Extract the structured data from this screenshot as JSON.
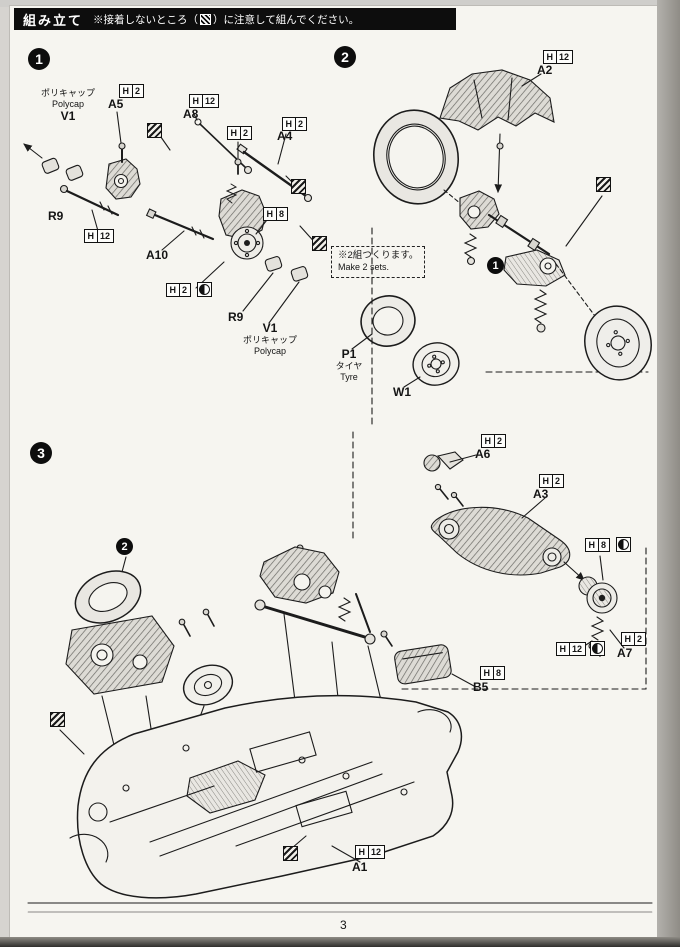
{
  "header": {
    "title": "組み立て",
    "note_before": "※接着しないところ（",
    "note_after": "）に注意して組んでください。"
  },
  "steps": {
    "one": "1",
    "two": "2",
    "three": "3"
  },
  "refs": {
    "one": "1",
    "two": "2"
  },
  "hw": {
    "letter": "H",
    "n2": "2",
    "n8": "8",
    "n12": "12"
  },
  "parts": {
    "a1": "A1",
    "a2": "A2",
    "a3": "A3",
    "a4": "A4",
    "a5": "A5",
    "a6": "A6",
    "a7": "A7",
    "a8": "A8",
    "a10": "A10",
    "b5": "B5",
    "p1": "P1",
    "r9": "R9",
    "v1": "V1",
    "w1": "W1"
  },
  "labels": {
    "polycap_jp": "ポリキャップ",
    "polycap_en": "Polycap",
    "tyre_jp": "タイヤ",
    "tyre_en": "Tyre"
  },
  "note": {
    "jp": "※2組つくります。",
    "en": "Make 2 sets."
  },
  "footer": {
    "page_number": "3"
  }
}
